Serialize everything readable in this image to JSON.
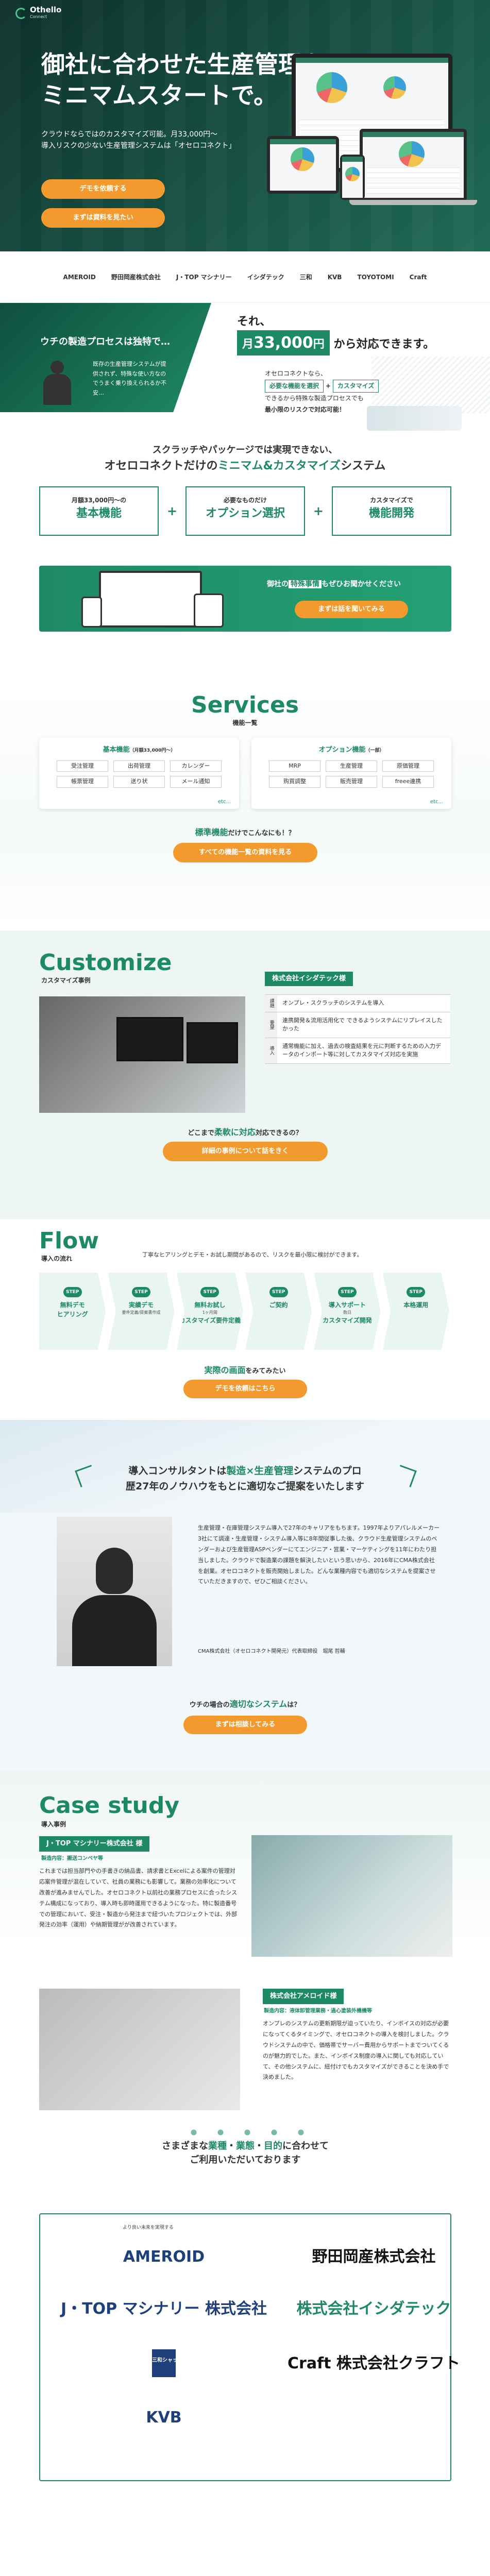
{
  "brand": {
    "name": "Othello",
    "sub": "Connect"
  },
  "hero": {
    "headline1": "御社に合わせた生産管理を、",
    "headline2": "ミニマムスタートで。",
    "lead1": "クラウドならではのカスタマイズ可能。月33,000円〜",
    "lead2": "導入リスクの少ない生産管理システムは「オセロコネクト」",
    "demo_btn": "デモを依頼する",
    "doc_btn": "まずは資料を見たい"
  },
  "clients_strip": [
    "AMEROID",
    "野田岡産株式会社",
    "J・TOP マシナリー",
    "イシダテック",
    "三和",
    "KVB",
    "TOYOTOMI",
    "Craft"
  ],
  "promo": {
    "question": "ウチの製造プロセスは独特で…",
    "bubble": "既存の生産管理システムが提供されず、特殊な使い方なのでうまく乗り換えられるか不安…",
    "answer_pre": "それ、",
    "price_num": "33,000",
    "price_pre": "月",
    "price_unit": "円",
    "answer_post": "から対応できます。",
    "rt1": "オセロコネクトなら、",
    "chip1": "必要な機能を選択",
    "plus": "+",
    "chip2": "カスタマイズ",
    "rt2": "できるから特殊な製造プロセスでも",
    "rt3": "最小限のリスクで対応可能！"
  },
  "strategy": {
    "t1": "スクラッチやパッケージでは実現できない、",
    "t2a": "オセロコネクトだけの",
    "t2b": "ミニマム&カスタマイズ",
    "t2c": "システム",
    "pillars": [
      {
        "small": "月額33,000円〜の",
        "big": "基本機能"
      },
      {
        "small": "必要なものだけ",
        "big": "オプション選択"
      },
      {
        "small": "カスタマイズで",
        "big": "機能開発"
      }
    ],
    "plus": "+",
    "banner_a": "御社の",
    "banner_b": "特殊事情",
    "banner_c": "もぜひお聞かせください",
    "banner_btn": "まずは話を聞いてみる"
  },
  "services": {
    "title": "Services",
    "sub": "機能一覧",
    "basic_title": "基本機能",
    "basic_note": "（月額33,000円〜）",
    "basic": [
      "受注管理",
      "出荷管理",
      "カレンダー",
      "帳票管理",
      "送り状",
      "メール通知"
    ],
    "opt_title": "オプション機能",
    "opt_note": "（一部）",
    "options": [
      "MRP",
      "生産管理",
      "原価管理",
      "购買調整",
      "販売管理",
      "freee連携"
    ],
    "etc": "etc...",
    "std_a": "標準機能",
    "std_b": "だけでこんなにも！？",
    "btn": "すべての機能一覧の資料を見る"
  },
  "customize": {
    "title": "Customize",
    "sub": "カスタマイズ事例",
    "company": "株式会社イシダテック様",
    "rows": [
      {
        "k": "課題",
        "v": "オンプレ・スクラッチのシステムを導入"
      },
      {
        "k": "要望",
        "v": "連携開発＆流用活用化で できるようシステムにリプレイスしたかった"
      },
      {
        "k": "導入",
        "v": "通常機能に加え、過去の検査結果を元に判断するための入力データのインポート等に対してカスタマイズ対応を実施"
      }
    ],
    "q_a": "どこまで",
    "q_b": "柔軟に対応",
    "q_c": "対応できるの？",
    "btn": "詳細の事例について話をきく"
  },
  "flow": {
    "title": "Flow",
    "sub": "導入の流れ",
    "note": "丁寧なヒアリングとデモ・お試し期間があるので、リスクを最小限に検討ができます。",
    "steps": [
      {
        "num": "STEP 01",
        "label": "無料デモ",
        "label2": "ヒアリング",
        "small": ""
      },
      {
        "num": "STEP 02",
        "label": "実績デモ",
        "label2": "",
        "small": "要件定義/提案書作成"
      },
      {
        "num": "STEP 03",
        "label": "無料お試し",
        "label2": "カスタマイズ要件定義",
        "small": "1ヶ月間"
      },
      {
        "num": "STEP 04",
        "label": "ご契約",
        "label2": "",
        "small": ""
      },
      {
        "num": "STEP 05",
        "label": "導入サポート",
        "label2": "カスタマイズ開発",
        "small": "数日"
      },
      {
        "num": "STEP 06",
        "label": "本格運用",
        "label2": "",
        "small": ""
      }
    ],
    "q_a": "実際の画面",
    "q_b": "をみてみたい",
    "btn": "デモを依頼はこちら"
  },
  "consult": {
    "t1a": "導入コンサルタントは",
    "t1b": "製造×生産管理",
    "t1c": "システムのプロ",
    "t2": "歴27年のノウハウをもとに適切なご提案をいたします",
    "body": "生産管理・在庫管理システム導入で27年のキャリアをもちます。1997年よりアパレルメーカー3社にて調達・生産管理・システム導入等に8年間従事した後、クラウド生産管理システムのベンダーおよび生産管理ASPベンダーにてエンジニア・営業・マーケティングを11年にわたり担当しました。クラウドで製造業の課題を解決したいという思いから、2016年にCMA株式会社を創業。オセロコネクトを販売開始しました。どんな業種内容でも適切なシステムを提案させていただきますので、ぜひご相談ください。",
    "sig": "CMA株式会社（オセロコネクト開発元）代表取締役　堀尾 哲輔",
    "q_a": "ウチの場合の",
    "q_b": "適切なシステム",
    "q_c": "は？",
    "btn": "まずは相談してみる"
  },
  "cases": {
    "title": "Case study",
    "sub": "導入事例",
    "c1": {
      "name": "J・TOP マシナリー株式会社 様",
      "cat": "製造内容：搬送コンベヤ等",
      "body": "これまでは担当部門やの手書きの納品書、請求書とExcelによる案件の管理対応案件管理が混在していて、社員の業務にも影響して。業務の効率化について改善が進みませんでした。オセロコネクト以前社の業務プロセスに合ったシステム構成になっており、導入時も即時運用できるようになった。特に製造番号での管理において、受注・製造から発注まで紐づいたプロジェクトでは、外部発注の効率（運用）や納期管理がが改善されています。"
    },
    "c2": {
      "name": "株式会社アメロイド様",
      "cat": "製造内容：液体卸管理業務・過心塗装外機機等",
      "body": "オンプレのシステムの更新期限が迫っていたり、インボイスの対応が必要になってくるタイミングで、オセロコネクトの導入を検討しました。クラウドシステムの中で、価格帯でサーバー費用からサポートまでついてくるのが魅力的でした。また、インボイス制度の導入に関しても対応していて、その他システムに、紐付けでもカスタマイズができることを決め手で決めました。"
    },
    "more1a": "さまざまな",
    "more1b": "業種",
    "more1c": "・",
    "more1d": "業態",
    "more1e": "・",
    "more1f": "目的",
    "more1g": "に合わせて",
    "more2": "ご利用いただいております"
  },
  "logos": {
    "caption": "より良い未来を実現する",
    "items": [
      "AMEROID",
      "野田岡産株式会社",
      "J・TOP マシナリー 株式会社",
      "株式会社イシダテック",
      "三和シャッター",
      "Craft 株式会社クラフト",
      "KVB"
    ]
  }
}
